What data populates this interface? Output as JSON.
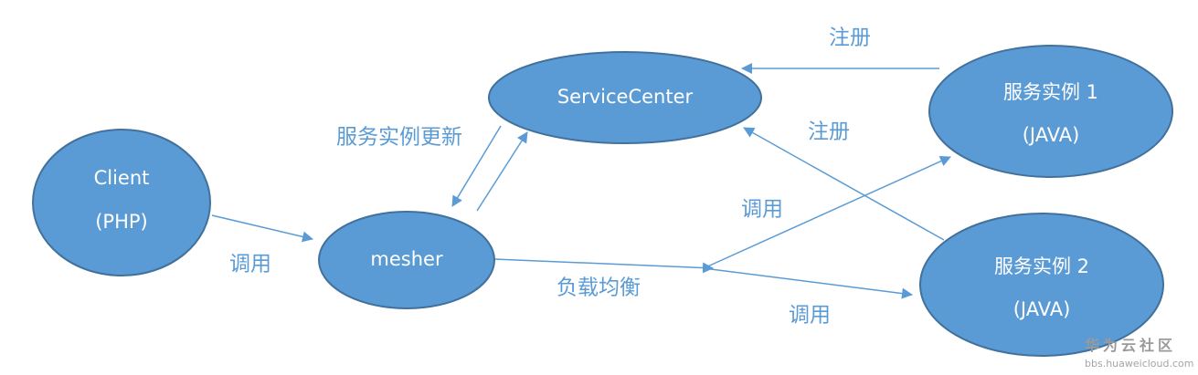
{
  "nodes": {
    "service_center": {
      "label": "ServiceCenter"
    },
    "client": {
      "line1": "Client",
      "line2": "(PHP)"
    },
    "mesher": {
      "label": "mesher"
    },
    "instance1": {
      "line1": "服务实例 1",
      "line2": "(JAVA)"
    },
    "instance2": {
      "line1": "服务实例 2",
      "line2": "(JAVA)"
    }
  },
  "edges": {
    "register_top": "注册",
    "register_mid": "注册",
    "instance_update": "服务实例更新",
    "call_client": "调用",
    "call_upper": "调用",
    "load_balance": "负载均衡",
    "call_lower": "调用"
  },
  "watermark": {
    "title": "华为云社区",
    "url": "bbs.huaweicloud.com"
  },
  "colors": {
    "node_fill": "#5b9bd5",
    "node_stroke": "#41719c",
    "edge": "#5b9bd5",
    "label": "#5b9bd5"
  }
}
